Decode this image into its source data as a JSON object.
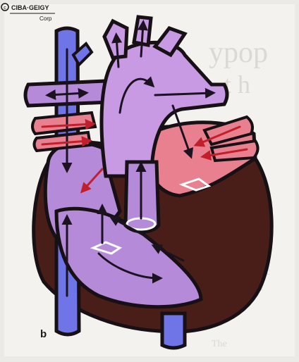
{
  "figure": {
    "panel_label": "b",
    "logo": {
      "text_main": "© CIBA-GEIGY",
      "text_sub": "Corp"
    }
  },
  "colors": {
    "background_page": "#eceae6",
    "panel_background": "#f4f2ef",
    "outline": "#171014",
    "vena_cava_blue": "#6f74e6",
    "vena_cava_dark": "#4a4fc6",
    "right_heart_purple": "#b58ad9",
    "aorta_purple": "#c79ae3",
    "left_atrium_pink": "#e8808f",
    "left_atrium_dark": "#c84a5e",
    "myocardium_brown": "#4a1e18",
    "arrow_dark": "#1c1320",
    "arrow_red": "#c11f2c"
  },
  "structures": [
    "superior-vena-cava",
    "inferior-vena-cava",
    "pulmonary-artery",
    "aorta",
    "pulmonary-veins",
    "right-atrium",
    "left-atrium",
    "right-ventricle",
    "left-ventricle",
    "atrial-septal-defect",
    "ventricular-septal-defect"
  ]
}
